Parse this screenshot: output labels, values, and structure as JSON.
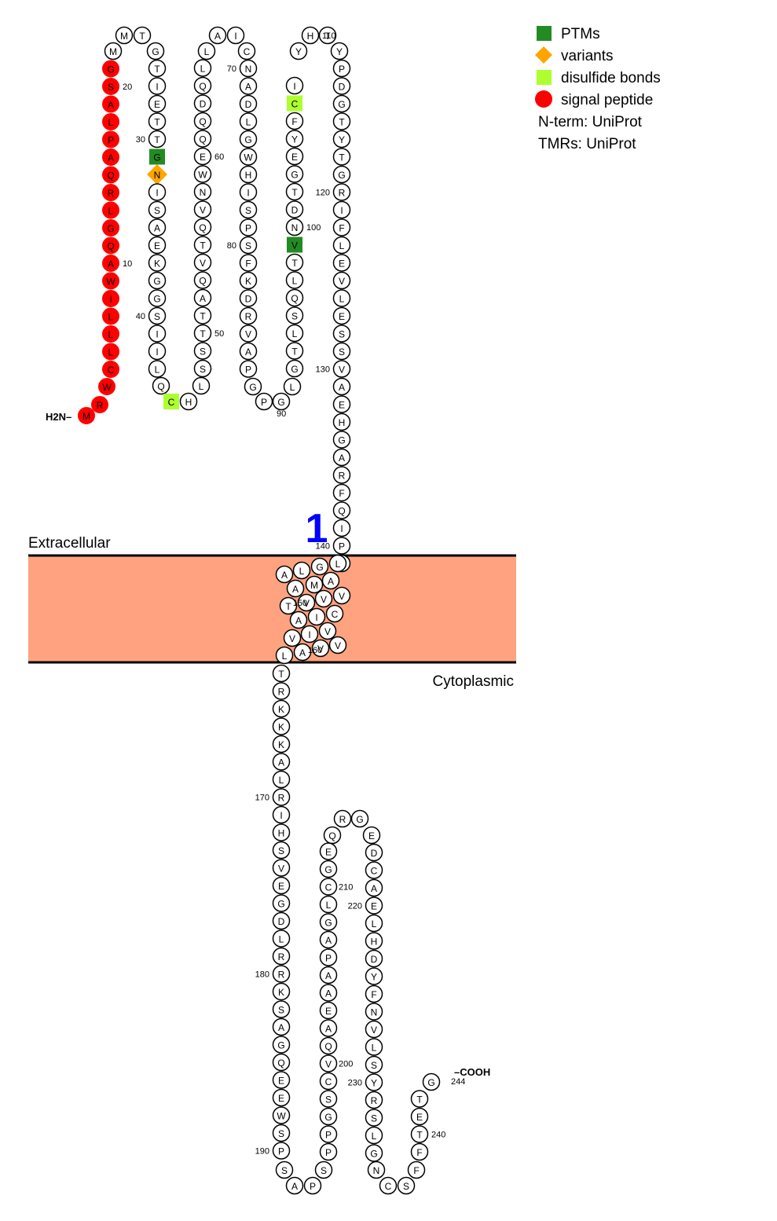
{
  "sequence": "MRWCLLLIWAQGLRQAPLASGMMTGTIETTGNISAEKGGSIILQCHLSSTTAQVTQVNWEQQDQLLAICNADLGWHISPSFKDRVAPGPGLGTLSQLTVNDTGEYFCIYHTYPDGTYTGRIFLEVLESSVAEHGARFQIPLLGLAMAATVVVCIAVIVVVALTRKKKALRIHSVEGDLRRKSAGQEEWSPSAPSPPGSCVQAEAAPAGLCGEQRGEDCAELHDYFNVLSYRSLGNCSFFTETG",
  "residue_count": 244,
  "position_labels": [
    "10",
    "20",
    "30",
    "40",
    "50",
    "60",
    "70",
    "80",
    "90",
    "100",
    "110",
    "120",
    "130",
    "140",
    "150",
    "160",
    "170",
    "180",
    "190",
    "200",
    "210",
    "220",
    "230",
    "240",
    "244"
  ],
  "n_term_label": "H2N–",
  "c_term_label": "–COOH",
  "helix_number": "1",
  "regions": {
    "top": "Extracellular",
    "bottom": "Cytoplasmic"
  },
  "colors": {
    "membrane": "#FFA27F",
    "ptm": "#228B22",
    "variant": "#FFA500",
    "disulfide": "#ADFF2F",
    "signal_peptide": "#FF0000",
    "helix_number": "#0000FF"
  },
  "annotations": {
    "signal_peptide": {
      "from": 1,
      "to": 21
    },
    "ptm": [
      31,
      99
    ],
    "variant": [
      32
    ],
    "disulfide": [
      45,
      107
    ]
  },
  "legend": [
    {
      "shape": "square",
      "color_key": "ptm",
      "label": "PTMs"
    },
    {
      "shape": "diamond",
      "color_key": "variant",
      "label": "variants"
    },
    {
      "shape": "square",
      "color_key": "disulfide",
      "label": "disulfide bonds"
    },
    {
      "shape": "circle",
      "color_key": "signal_peptide",
      "label": "signal peptide"
    }
  ],
  "sources": [
    "N-term: UniProt",
    "TMRs: UniProt"
  ]
}
